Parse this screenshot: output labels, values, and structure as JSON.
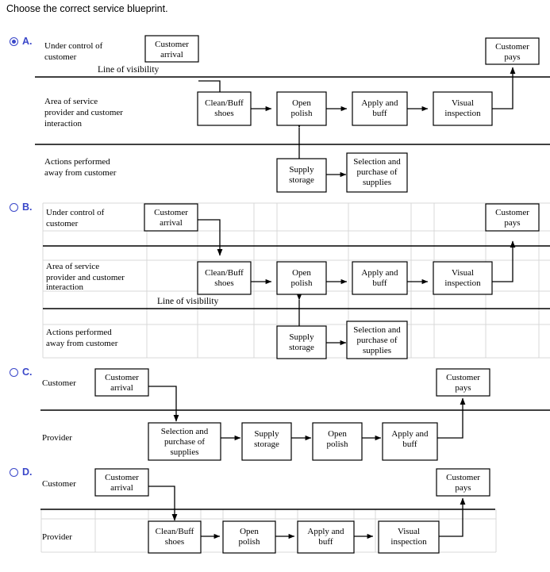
{
  "prompt": "Choose the correct service blueprint.",
  "labels": {
    "line_of_visibility": "Line of visibility",
    "customer_arrival": "Customer arrival",
    "customer_pays": "Customer pays",
    "clean_buff_shoes": "Clean/Buff shoes",
    "open_polish": "Open polish",
    "apply_and_buff": "Apply and buff",
    "visual_inspection": "Visual inspection",
    "supply_storage": "Supply storage",
    "selection_purchase": "Selection and purchase of supplies",
    "under_control_of_customer": "Under control of customer",
    "area_of_service": "Area of service provider and customer interaction",
    "actions_performed": "Actions performed away from customer",
    "customer": "Customer",
    "provider": "Provider"
  },
  "options": [
    {
      "id": "A",
      "letter": "A.",
      "selected": true,
      "rows": [
        {
          "name": "under-control-of-customer",
          "lines": [
            "Under control of",
            "customer"
          ]
        },
        {
          "name": "area-of-service-interaction",
          "lines": [
            "Area of service",
            "provider and customer",
            "interaction"
          ]
        },
        {
          "name": "actions-away-from-customer",
          "lines": [
            "Actions performed",
            "away from customer"
          ]
        }
      ],
      "visibility_label": "Line of visibility",
      "boxes": [
        {
          "name": "customer-arrival",
          "lines": [
            "Customer",
            "arrival"
          ]
        },
        {
          "name": "customer-pays",
          "lines": [
            "Customer",
            "pays"
          ]
        },
        {
          "name": "clean-buff-shoes",
          "lines": [
            "Clean/Buff",
            "shoes"
          ]
        },
        {
          "name": "open-polish",
          "lines": [
            "Open",
            "polish"
          ]
        },
        {
          "name": "apply-and-buff",
          "lines": [
            "Apply and",
            "buff"
          ]
        },
        {
          "name": "visual-inspection",
          "lines": [
            "Visual",
            "inspection"
          ]
        },
        {
          "name": "supply-storage",
          "lines": [
            "Supply",
            "storage"
          ]
        },
        {
          "name": "selection-and-purchase-of-supplies",
          "lines": [
            "Selection and",
            "purchase of",
            "supplies"
          ]
        }
      ]
    },
    {
      "id": "B",
      "letter": "B.",
      "selected": false,
      "rows": [
        {
          "name": "under-control-of-customer",
          "lines": [
            "Under control of",
            "customer"
          ]
        },
        {
          "name": "area-of-service-interaction",
          "lines": [
            "Area of service",
            "provider and customer",
            "interaction"
          ]
        },
        {
          "name": "actions-away-from-customer",
          "lines": [
            "Actions performed",
            "away from customer"
          ]
        }
      ],
      "visibility_label": "Line of visibility",
      "boxes": [
        {
          "name": "customer-arrival",
          "lines": [
            "Customer",
            "arrival"
          ]
        },
        {
          "name": "customer-pays",
          "lines": [
            "Customer",
            "pays"
          ]
        },
        {
          "name": "clean-buff-shoes",
          "lines": [
            "Clean/Buff",
            "shoes"
          ]
        },
        {
          "name": "open-polish",
          "lines": [
            "Open",
            "polish"
          ]
        },
        {
          "name": "apply-and-buff",
          "lines": [
            "Apply and",
            "buff"
          ]
        },
        {
          "name": "visual-inspection",
          "lines": [
            "Visual",
            "inspection"
          ]
        },
        {
          "name": "supply-storage",
          "lines": [
            "Supply",
            "storage"
          ]
        },
        {
          "name": "selection-and-purchase-of-supplies",
          "lines": [
            "Selection and",
            "purchase of",
            "supplies"
          ]
        }
      ]
    },
    {
      "id": "C",
      "letter": "C.",
      "selected": false,
      "rows": [
        {
          "name": "customer",
          "lines": [
            "Customer"
          ]
        },
        {
          "name": "provider",
          "lines": [
            "Provider"
          ]
        }
      ],
      "boxes": [
        {
          "name": "customer-arrival",
          "lines": [
            "Customer",
            "arrival"
          ]
        },
        {
          "name": "customer-pays",
          "lines": [
            "Customer",
            "pays"
          ]
        },
        {
          "name": "selection-and-purchase-of-supplies",
          "lines": [
            "Selection and",
            "purchase of",
            "supplies"
          ]
        },
        {
          "name": "supply-storage",
          "lines": [
            "Supply",
            "storage"
          ]
        },
        {
          "name": "open-polish",
          "lines": [
            "Open",
            "polish"
          ]
        },
        {
          "name": "apply-and-buff",
          "lines": [
            "Apply and",
            "buff"
          ]
        }
      ]
    },
    {
      "id": "D",
      "letter": "D.",
      "selected": false,
      "rows": [
        {
          "name": "customer",
          "lines": [
            "Customer"
          ]
        },
        {
          "name": "provider",
          "lines": [
            "Provider"
          ]
        }
      ],
      "boxes": [
        {
          "name": "customer-arrival",
          "lines": [
            "Customer",
            "arrival"
          ]
        },
        {
          "name": "customer-pays",
          "lines": [
            "Customer",
            "pays"
          ]
        },
        {
          "name": "clean-buff-shoes",
          "lines": [
            "Clean/Buff",
            "shoes"
          ]
        },
        {
          "name": "open-polish",
          "lines": [
            "Open",
            "polish"
          ]
        },
        {
          "name": "apply-and-buff",
          "lines": [
            "Apply and",
            "buff"
          ]
        },
        {
          "name": "visual-inspection",
          "lines": [
            "Visual",
            "inspection"
          ]
        }
      ]
    }
  ],
  "colors": {
    "radio_accent": "#3a47c9",
    "gridline": "#d9d9d9",
    "line": "#000000",
    "background": "#ffffff"
  }
}
